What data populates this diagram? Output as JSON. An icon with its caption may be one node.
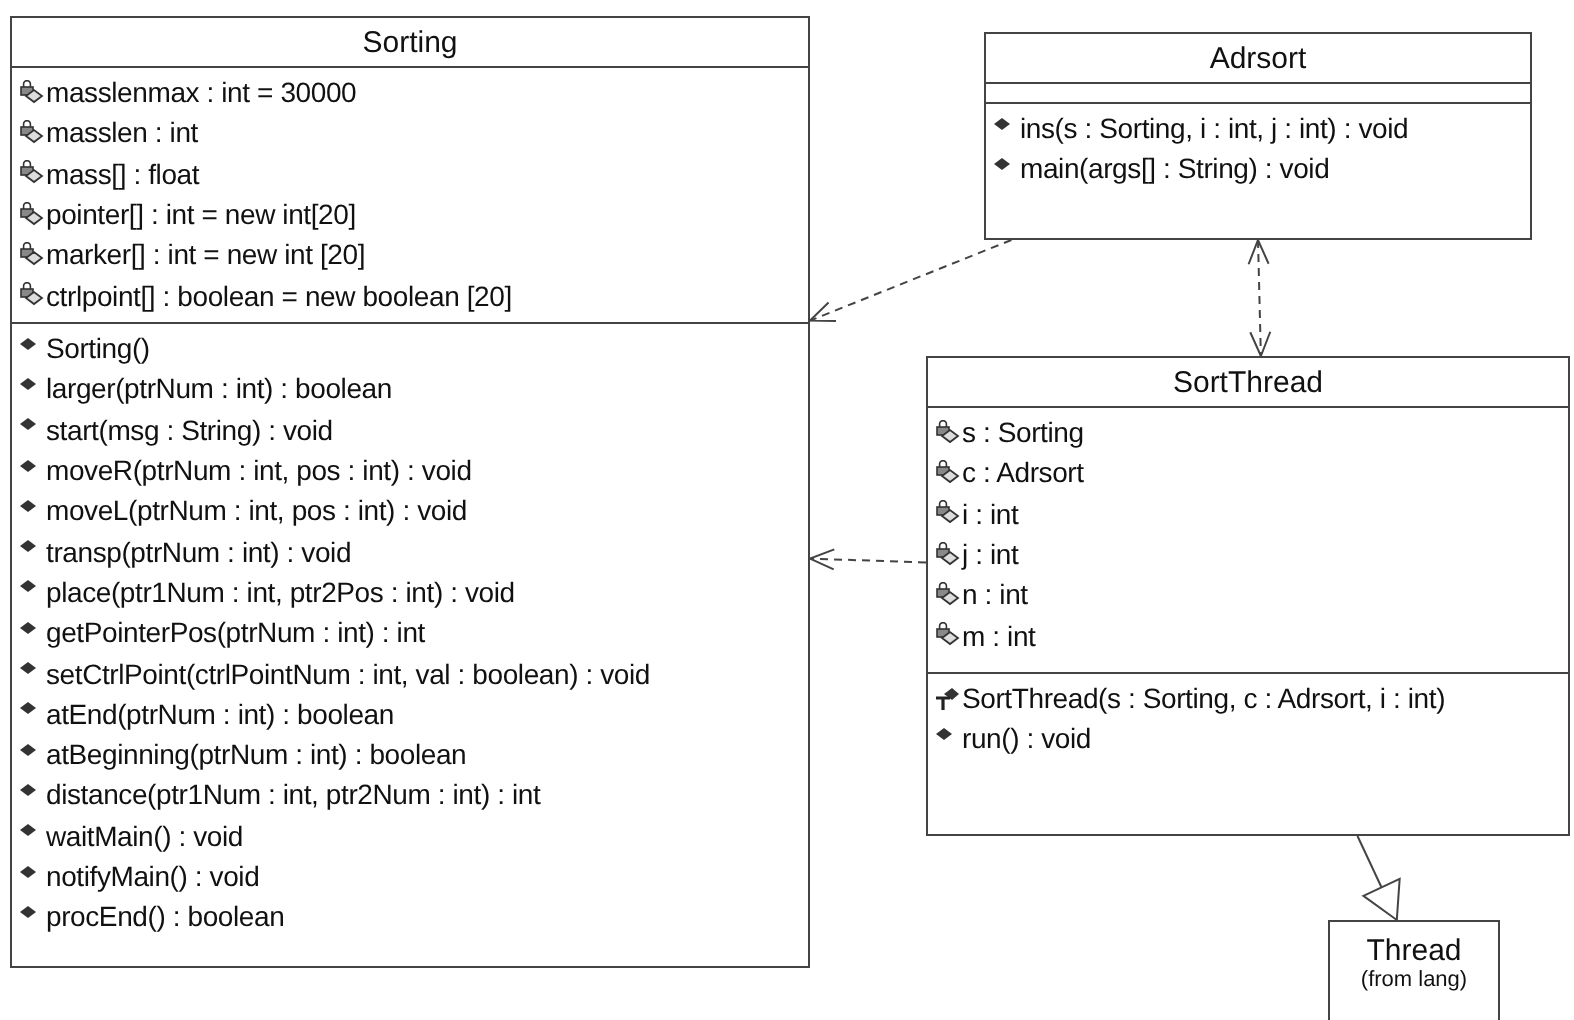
{
  "diagram": {
    "nodes": [
      {
        "text": [
          "Sorting",
          "masslenmax : int = 30000",
          "masslen : int",
          "mass[] : float",
          "pointer[] : int = new int[20]",
          "marker[] : int = new int [20]",
          "ctrlpoint[] : boolean = new boolean [20]",
          "Sorting()",
          "larger(ptrNum : int) : boolean",
          "start(msg : String) : void",
          "moveR(ptrNum : int, pos : int) : void",
          "moveL(ptrNum : int, pos : int) : void",
          "transp(ptrNum : int) : void",
          "place(ptr1Num : int, ptr2Pos : int) : void",
          "getPointerPos(ptrNum : int) : int",
          "setCtrlPoint(ctrlPointNum : int, val : boolean) : void",
          "atEnd(ptrNum : int) : boolean",
          "atBeginning(ptrNum : int) : boolean",
          "distance(ptr1Num : int, ptr2Num : int) : int",
          "waitMain() : void",
          "notifyMain() : void",
          "procEnd() : boolean"
        ]
      },
      {
        "text": [
          "Adrsort",
          "ins(s : Sorting, i : int, j : int) : void",
          "main(args[] : String) : void"
        ]
      },
      {
        "text": [
          "SortThread",
          "s : Sorting",
          "c : Adrsort",
          "i : int",
          "j : int",
          "n : int",
          "m : int",
          "SortThread(s : Sorting, c : Adrsort, i : int)",
          "run() : void"
        ]
      },
      {
        "text": [
          "Thread",
          "(from lang)"
        ]
      }
    ],
    "edges": [
      {
        "from": 1,
        "to": 0,
        "arrow": "to",
        "style": "dashed"
      },
      {
        "from": 2,
        "to": 0,
        "arrow": "to",
        "style": "dashed"
      },
      {
        "from": 1,
        "to": 2,
        "arrow": "both",
        "style": "dashed"
      },
      {
        "from": 2,
        "to": 3,
        "arrow": "to"
      }
    ]
  }
}
